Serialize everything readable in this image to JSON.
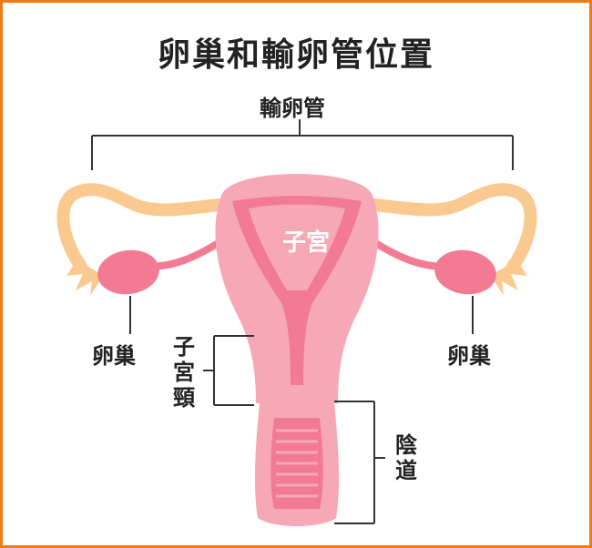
{
  "title": "卵巢和輸卵管位置",
  "labels": {
    "fallopian_tube": "輸卵管",
    "uterus": "子宮",
    "ovary_left": "卵巢",
    "ovary_right": "卵巢",
    "cervix": "子宮頸",
    "vagina": "陰道"
  },
  "colors": {
    "frame": "#f07a1a",
    "tube": "#f9c98f",
    "tissue": "#f27a93",
    "tissue_light": "#f7a8b6",
    "tissue_pale": "#fad1d8",
    "line": "#333333"
  }
}
